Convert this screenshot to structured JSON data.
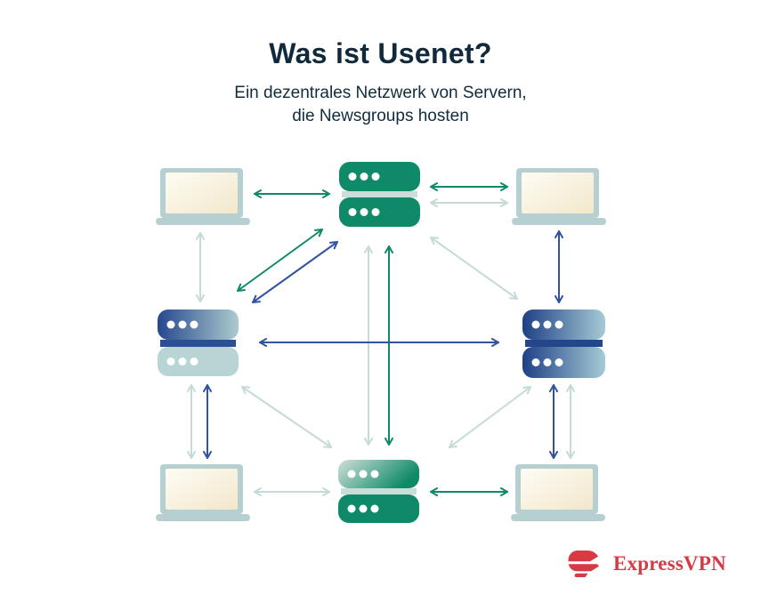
{
  "title": "Was ist Usenet?",
  "subtitle": [
    "Ein dezentrales Netzwerk von Servern,",
    "die Newsgroups hosten"
  ],
  "logo": {
    "brand": "ExpressVPN"
  },
  "colors": {
    "ink": "#10293B",
    "arrow_green": "#0E8A6A",
    "arrow_blue": "#3253A0",
    "arrow_light": "#C6DAD8",
    "server_green": "#0F8A68",
    "server_blue_dark": "#1E4086",
    "server_blue_pale": "#B9D4D4",
    "laptop_frame": "#B6CFD1",
    "laptop_screen": "#F2E7CB",
    "brand_red": "#D63A42"
  },
  "diagram": {
    "nodes": [
      {
        "id": "laptop-top-left",
        "type": "laptop"
      },
      {
        "id": "server-top",
        "type": "server",
        "style": "green"
      },
      {
        "id": "laptop-top-right",
        "type": "laptop"
      },
      {
        "id": "server-left",
        "type": "server",
        "style": "blue-pale-gradient"
      },
      {
        "id": "server-right",
        "type": "server",
        "style": "blue-gradient"
      },
      {
        "id": "laptop-bottom-left",
        "type": "laptop"
      },
      {
        "id": "server-bottom",
        "type": "server",
        "style": "green-gradient"
      },
      {
        "id": "laptop-bottom-right",
        "type": "laptop"
      }
    ],
    "links": [
      {
        "from": "laptop-top-left",
        "to": "server-top",
        "color": "green",
        "bidirectional": true
      },
      {
        "from": "server-top",
        "to": "laptop-top-right",
        "color": "green",
        "bidirectional": true
      },
      {
        "from": "server-top",
        "to": "laptop-top-right",
        "color": "light",
        "bidirectional": true
      },
      {
        "from": "laptop-top-left",
        "to": "server-left",
        "color": "light",
        "bidirectional": true
      },
      {
        "from": "laptop-top-right",
        "to": "server-right",
        "color": "blue",
        "bidirectional": true
      },
      {
        "from": "server-left",
        "to": "laptop-bottom-left",
        "color": "light",
        "bidirectional": true
      },
      {
        "from": "server-left",
        "to": "laptop-bottom-left",
        "color": "blue",
        "bidirectional": true
      },
      {
        "from": "server-right",
        "to": "laptop-bottom-right",
        "color": "blue",
        "bidirectional": true
      },
      {
        "from": "server-right",
        "to": "laptop-bottom-right",
        "color": "light",
        "bidirectional": true
      },
      {
        "from": "laptop-bottom-left",
        "to": "server-bottom",
        "color": "light",
        "bidirectional": true
      },
      {
        "from": "server-bottom",
        "to": "laptop-bottom-right",
        "color": "green",
        "bidirectional": true
      },
      {
        "from": "server-top",
        "to": "server-bottom",
        "color": "light",
        "bidirectional": true
      },
      {
        "from": "server-top",
        "to": "server-bottom",
        "color": "green",
        "bidirectional": true
      },
      {
        "from": "server-left",
        "to": "server-right",
        "color": "blue",
        "bidirectional": true
      },
      {
        "from": "server-top",
        "to": "server-left",
        "color": "green",
        "bidirectional": true
      },
      {
        "from": "server-top",
        "to": "server-left",
        "color": "blue",
        "bidirectional": true
      },
      {
        "from": "server-top",
        "to": "server-right",
        "color": "light",
        "bidirectional": true
      },
      {
        "from": "server-left",
        "to": "server-bottom",
        "color": "light",
        "bidirectional": true
      },
      {
        "from": "server-right",
        "to": "server-bottom",
        "color": "light",
        "bidirectional": true
      }
    ]
  }
}
